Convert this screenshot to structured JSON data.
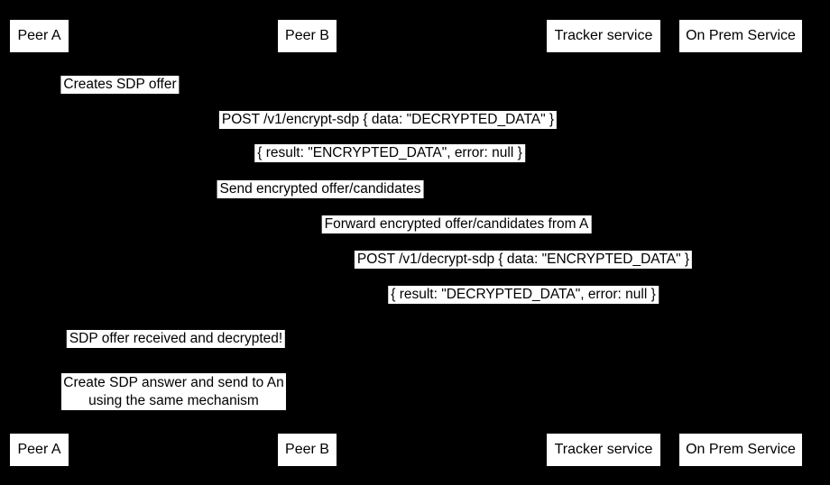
{
  "diagram": {
    "type": "sequence-diagram",
    "colors": {
      "background": "#000000",
      "box_fill": "#ffffff",
      "text": "#000000"
    },
    "actors": [
      {
        "label": "Peer A"
      },
      {
        "label": "Peer B"
      },
      {
        "label": "Tracker service"
      },
      {
        "label": "On Prem Service"
      }
    ],
    "messages": [
      {
        "from": "Peer A",
        "to": "Peer A",
        "label": "Creates SDP offer"
      },
      {
        "from": "Peer A",
        "to": "On Prem Service",
        "label": "POST /v1/encrypt-sdp { data: \"DECRYPTED_DATA\" }"
      },
      {
        "from": "On Prem Service",
        "to": "Peer A",
        "label": "{ result: \"ENCRYPTED_DATA\", error: null }"
      },
      {
        "from": "Peer A",
        "to": "Tracker service",
        "label": "Send encrypted offer/candidates"
      },
      {
        "from": "Tracker service",
        "to": "Peer B",
        "label": "Forward encrypted offer/candidates from A"
      },
      {
        "from": "Peer B",
        "to": "On Prem Service",
        "label": "POST /v1/decrypt-sdp { data: \"ENCRYPTED_DATA\" }"
      },
      {
        "from": "On Prem Service",
        "to": "Peer B",
        "label": "{ result: \"DECRYPTED_DATA\", error: null }"
      },
      {
        "from": "Peer B",
        "to": "Peer A",
        "label": "SDP offer received and decrypted!"
      }
    ],
    "note": {
      "lines": [
        "Create SDP answer and send to An",
        "using the same mechanism"
      ]
    }
  }
}
